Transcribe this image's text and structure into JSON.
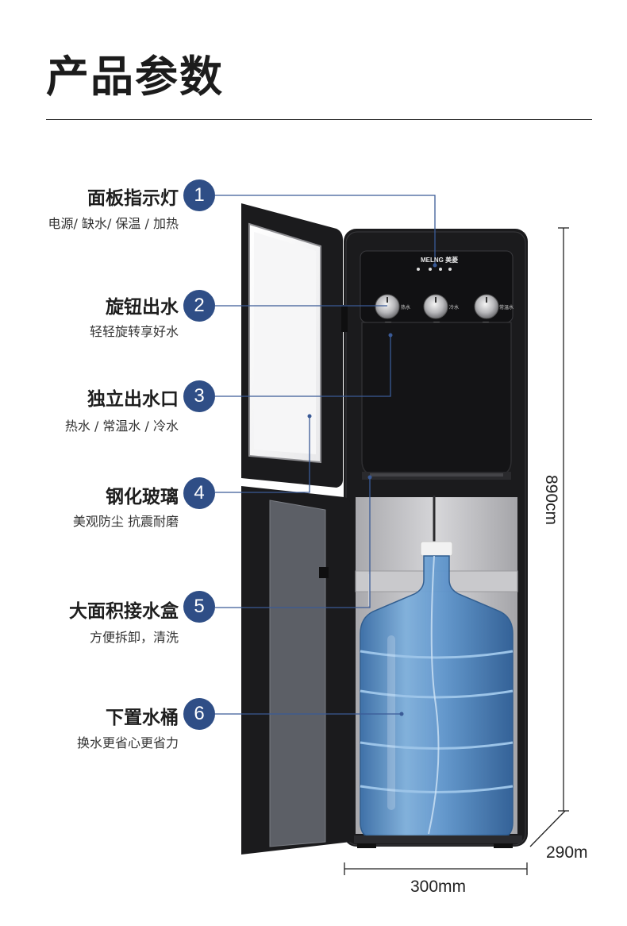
{
  "page_title": "产品参数",
  "features": [
    {
      "num": "1",
      "title": "面板指示灯",
      "desc": "电源/ 缺水/ 保温 / 加热"
    },
    {
      "num": "2",
      "title": "旋钮出水",
      "desc": "轻轻旋转享好水"
    },
    {
      "num": "3",
      "title": "独立出水口",
      "desc": "热水 / 常温水 / 冷水"
    },
    {
      "num": "4",
      "title": "钢化玻璃",
      "desc": "美观防尘 抗震耐磨"
    },
    {
      "num": "5",
      "title": "大面积接水盒",
      "desc": "方便拆卸，清洗"
    },
    {
      "num": "6",
      "title": "下置水桶",
      "desc": "换水更省心更省力"
    }
  ],
  "product": {
    "brand": "MELNG 美菱",
    "knob_labels": [
      "热水",
      "冷水",
      "常温水"
    ]
  },
  "dimensions": {
    "height": "890cm",
    "depth": "290m",
    "width": "300mm"
  },
  "colors": {
    "badge": "#2f4e86",
    "leader_line": "#3a5a96",
    "cabinet": "#1b1b1d",
    "bottle": "#4e86c4"
  }
}
